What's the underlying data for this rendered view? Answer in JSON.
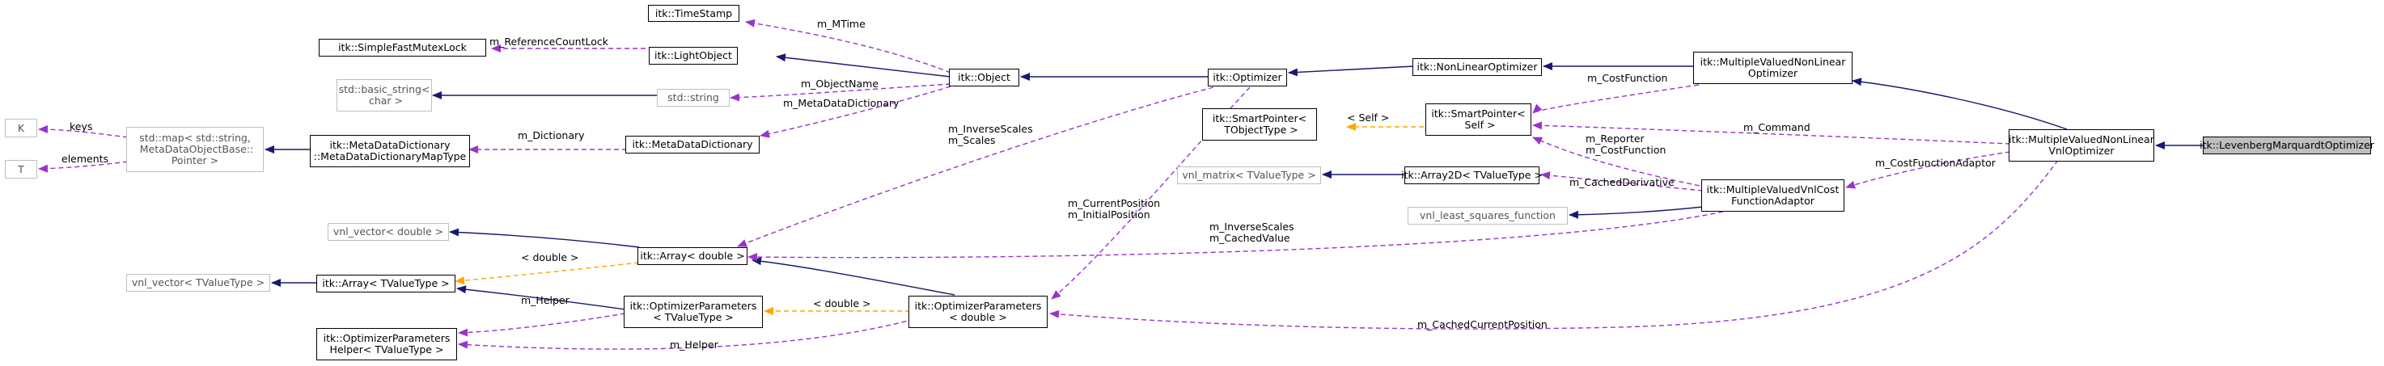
{
  "colors": {
    "inherit": "#191970",
    "usage": "#9a32cd",
    "template": "#ffa500",
    "external": "#bfbfbf",
    "root_fill": "#bfbfbf"
  },
  "nodes": {
    "timestamp": "itk::TimeStamp",
    "mutex": "itk::SimpleFastMutexLock",
    "lightobject": "itk::LightObject",
    "object": "itk::Object",
    "optimizer": "itk::Optimizer",
    "nonlinear": "itk::NonLinearOptimizer",
    "mvnonlinear": "itk::MultipleValuedNonLinear\nOptimizer",
    "basicstring": "std::basic_string<\n char >",
    "stdstring": "std::string",
    "sp_tobject": "itk::SmartPointer<\n TObjectType >",
    "sp_self": "itk::SmartPointer<\n Self >",
    "mvvnl": "itk::MultipleValuedNonLinear\nVnlOptimizer",
    "lm": "itk::LevenbergMarquardtOptimizer",
    "k": "K",
    "t": "T",
    "stdmap": "std::map< std::string,\n MetaDataObjectBase::\nPointer >",
    "mddmap": "itk::MetaDataDictionary\n::MetaDataDictionaryMapType",
    "mdd": "itk::MetaDataDictionary",
    "vnlmatrix": "vnl_matrix< TValueType >",
    "array2d": "itk::Array2D< TValueType >",
    "cfa": "itk::MultipleValuedVnlCost\nFunctionAdaptor",
    "lsf": "vnl_least_squares_function",
    "vnl_double": "vnl_vector< double >",
    "array_double": "itk::Array< double >",
    "vnl_tvt": "vnl_vector< TValueType >",
    "array_tvt": "itk::Array< TValueType >",
    "opt_params_tvt": "itk::OptimizerParameters\n< TValueType >",
    "opt_params_double": "itk::OptimizerParameters\n< double >",
    "helper": "itk::OptimizerParameters\nHelper< TValueType >"
  },
  "labels": {
    "m_mtime": "m_MTime",
    "m_refcount": "m_ReferenceCountLock",
    "m_objectname": "m_ObjectName",
    "m_metadatadictionary": "m_MetaDataDictionary",
    "m_costfunction": "m_CostFunction",
    "self": "< Self >",
    "m_command": "m_Command",
    "keys": "keys",
    "elements": "elements",
    "m_dictionary": "m_Dictionary",
    "inversescales_scales": "m_InverseScales\nm_Scales",
    "reporter_costfunction": "m_Reporter\nm_CostFunction",
    "m_costfunctionadaptor": "m_CostFunctionAdaptor",
    "m_cachedderivative": "m_CachedDerivative",
    "currentposition_initialposition": "m_CurrentPosition\nm_InitialPosition",
    "inversescales_cachedvalue": "m_InverseScales\nm_CachedValue",
    "double_array": "< double >",
    "m_helper_top": "m_Helper",
    "double_params": "< double >",
    "m_helper_bottom": "m_Helper",
    "m_cachedcurrentposition": "m_CachedCurrentPosition"
  }
}
